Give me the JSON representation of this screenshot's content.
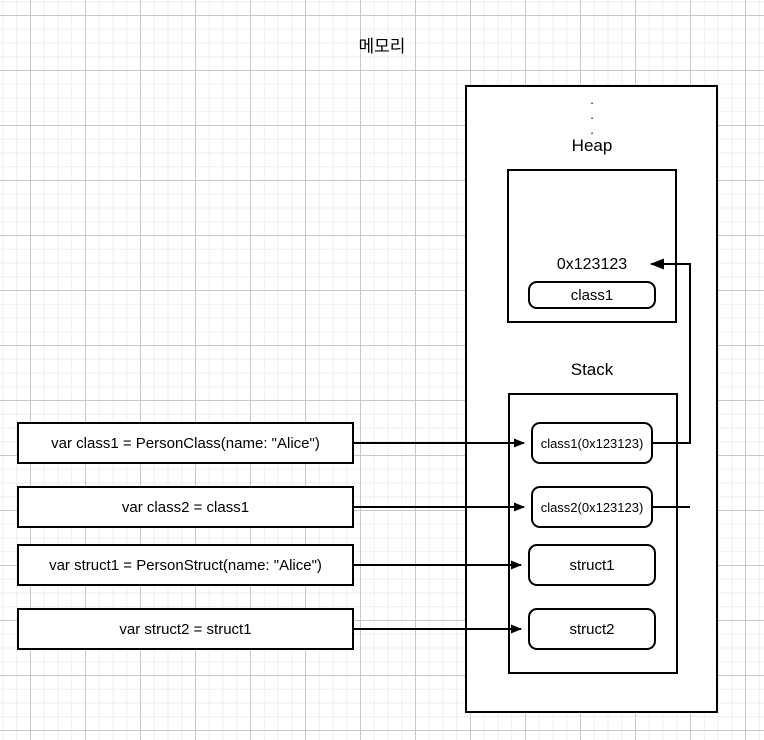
{
  "diagram": {
    "title": "메모리",
    "ellipsis": ".",
    "regions": {
      "heap_label": "Heap",
      "stack_label": "Stack"
    },
    "heap": {
      "address_label": "0x123123",
      "object_label": "class1"
    },
    "stack": {
      "slots": [
        {
          "label": "class1(0x123123)"
        },
        {
          "label": "class2(0x123123)"
        },
        {
          "label": "struct1"
        },
        {
          "label": "struct2"
        }
      ]
    },
    "code_statements": [
      {
        "text": "var class1 = PersonClass(name: \"Alice\")"
      },
      {
        "text": "var class2 = class1"
      },
      {
        "text": "var struct1 = PersonStruct(name: \"Alice\")"
      },
      {
        "text": "var struct2 = struct1"
      }
    ],
    "colors": {
      "stroke": "#000000",
      "background": "#ffffff",
      "grid_minor": "#eeeeee",
      "grid_major": "#c8c8c8"
    }
  }
}
